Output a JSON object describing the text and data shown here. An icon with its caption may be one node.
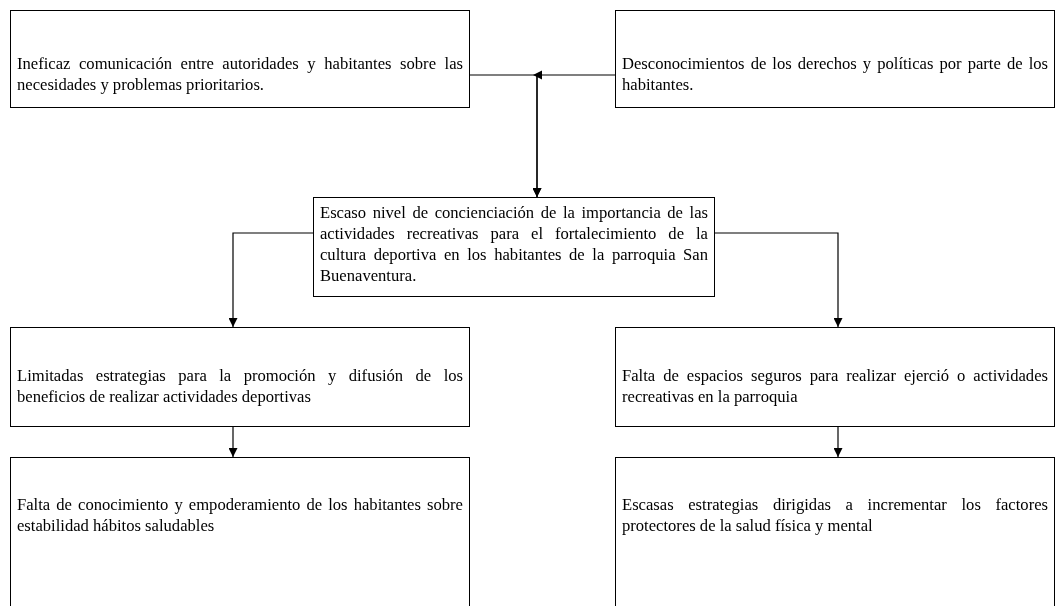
{
  "diagram": {
    "nodes": [
      {
        "text": [
          "Ineficaz comunicación entre autoridades y habitantes sobre las necesidades y problemas prioritarios."
        ]
      },
      {
        "text": [
          "Desconocimientos de los derechos y políticas por parte de los habitantes."
        ]
      },
      {
        "text": [
          "Escaso nivel de concienciación de la importancia de las actividades recreativas para el fortalecimiento de la cultura deportiva en los habitantes de la parroquia San Buenaventura."
        ]
      },
      {
        "text": [
          "Limitadas estrategias para la promoción y difusión de los beneficios de realizar actividades deportivas"
        ]
      },
      {
        "text": [
          "Falta de espacios seguros para realizar ejerció o actividades recreativas en la parroquia"
        ]
      },
      {
        "text": [
          "Falta de conocimiento y empoderamiento de los habitantes sobre estabilidad hábitos saludables"
        ]
      },
      {
        "text": [
          "Escasas estrategias dirigidas a incrementar los factores protectores de la salud física y mental"
        ]
      }
    ],
    "edges": [
      {
        "from": 0,
        "to": 2,
        "arrow": "to"
      },
      {
        "from": 1,
        "to": 2,
        "arrow": "to"
      },
      {
        "from": 2,
        "to": 3,
        "arrow": "to"
      },
      {
        "from": 2,
        "to": 4,
        "arrow": "to"
      },
      {
        "from": 3,
        "to": 5,
        "arrow": "to"
      },
      {
        "from": 4,
        "to": 6,
        "arrow": "to"
      }
    ]
  }
}
